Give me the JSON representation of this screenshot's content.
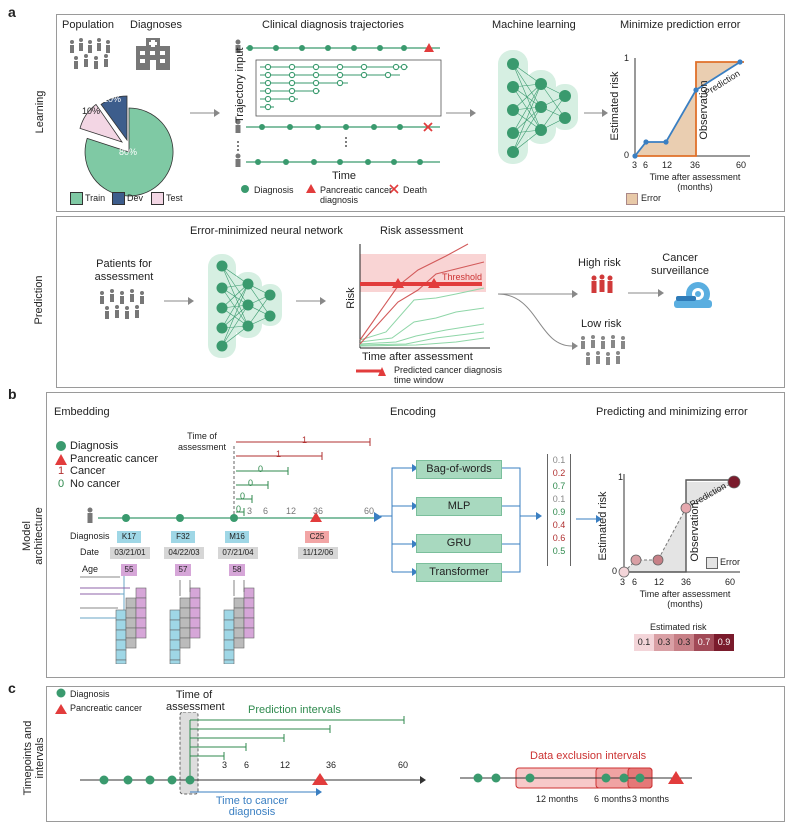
{
  "colors": {
    "green": "#3a9a6e",
    "red": "#e23c3c",
    "lightgreen": "#a8d9bf",
    "pink": "#f7c9c9",
    "darkred": "#8b1a2b",
    "blue": "#3a7fc2",
    "orange": "#e0702a"
  },
  "panels": {
    "a": "a",
    "b": "b",
    "c": "c"
  },
  "row_labels": {
    "learning": "Learning",
    "prediction": "Prediction",
    "model": "Model architecture",
    "timepoints": "Timepoints and intervals"
  },
  "learning": {
    "population": "Population",
    "diagnoses": "Diagnoses",
    "pie": {
      "train": "80%",
      "dev": "10%",
      "test": "10%"
    },
    "legend": {
      "train": "Train",
      "dev": "Dev",
      "test": "Test"
    },
    "trajectories_title": "Clinical diagnosis trajectories",
    "trajectory_input": "Trajectory input",
    "time": "Time",
    "legend_diagnosis": "Diagnosis",
    "legend_pancreatic": "Pancreatic cancer diagnosis",
    "legend_death": "Death",
    "ml_title": "Machine learning",
    "min_title": "Minimize prediction error",
    "y_axis": "Estimated risk",
    "x_axis": "Time after assessment (months)",
    "y_ticks": [
      "1",
      "0"
    ],
    "x_ticks": [
      "3",
      "6",
      "12",
      "36",
      "60"
    ],
    "observation": "Observation",
    "prediction": "Prediction",
    "error": "Error"
  },
  "prediction_row": {
    "patients": "Patients for assessment",
    "nn_title": "Error-minimized neural network",
    "risk_title": "Risk assessment",
    "risk_axis": "Risk",
    "threshold": "Threshold",
    "x_axis": "Time after assessment",
    "window_legend": "Predicted cancer diagnosis time window",
    "high": "High risk",
    "low": "Low risk",
    "surveillance": "Cancer surveillance"
  },
  "embedding": {
    "title": "Embedding",
    "legend": {
      "diagnosis": "Diagnosis",
      "pancreatic": "Pancreatic cancer",
      "cancer_sym": "1",
      "cancer": "Cancer",
      "nocancer_sym": "0",
      "nocancer": "No cancer"
    },
    "time_of_assessment": "Time of assessment",
    "labels_1": [
      "1",
      "1"
    ],
    "labels_0": [
      "0",
      "0",
      "0",
      "0"
    ],
    "ticks": [
      "3",
      "6",
      "12",
      "36",
      "60"
    ],
    "row_labels": {
      "diagnosis": "Diagnosis",
      "date": "Date",
      "age": "Age"
    },
    "codes": [
      "K17",
      "F32",
      "M16",
      "C25"
    ],
    "dates": [
      "03/21/01",
      "04/22/03",
      "07/21/04",
      "11/12/06"
    ],
    "ages": [
      "55",
      "57",
      "58"
    ]
  },
  "encoding": {
    "title": "Encoding",
    "models": [
      "Bag-of-words",
      "MLP",
      "GRU",
      "Transformer"
    ],
    "vector": [
      "0.1",
      "0.2",
      "0.7",
      "0.1",
      "0.9",
      "0.4",
      "0.6",
      "0.5"
    ],
    "vector_colors": [
      "#888888",
      "#b03030",
      "#2f8a4e",
      "#888888",
      "#2f8a4e",
      "#b03030",
      "#b03030",
      "#2f8a4e"
    ]
  },
  "predicting": {
    "title": "Predicting and minimizing error",
    "y_axis": "Estimated risk",
    "x_axis": "Time after assessment (months)",
    "y_ticks": [
      "1",
      "0"
    ],
    "x_ticks": [
      "3",
      "6",
      "12",
      "36",
      "60"
    ],
    "observation": "Observation",
    "prediction": "Prediction",
    "error": "Error",
    "estimated_risk": "Estimated risk",
    "risk_values": [
      "0.1",
      "0.3",
      "0.3",
      "0.7",
      "0.9"
    ],
    "risk_colors": [
      "#f3d5d9",
      "#d9a0a5",
      "#c78087",
      "#a14a57",
      "#7a1b2c"
    ]
  },
  "c": {
    "legend_diagnosis": "Diagnosis",
    "legend_pancreatic": "Pancreatic cancer",
    "time_of_assessment": "Time of assessment",
    "prediction_intervals": "Prediction intervals",
    "ticks": [
      "3",
      "6",
      "12",
      "36",
      "60"
    ],
    "time_to_cancer": "Time to cancer diagnosis",
    "exclusion": "Data exclusion intervals",
    "excl_labels": [
      "12 months",
      "6 months",
      "3 months"
    ]
  }
}
